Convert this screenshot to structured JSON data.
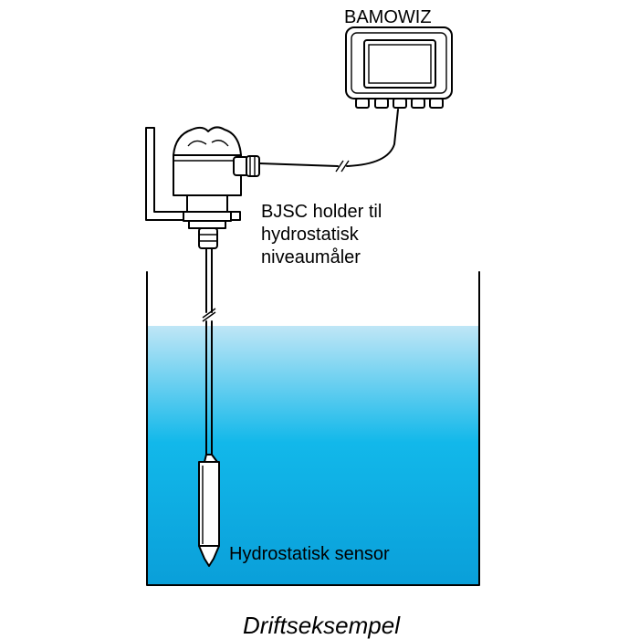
{
  "labels": {
    "device": "BAMOWIZ",
    "holder_line1": "BJSC holder til",
    "holder_line2": "hydrostatisk",
    "holder_line3": "niveaumåler",
    "sensor": "Hydrostatisk sensor",
    "caption": "Driftseksempel"
  },
  "colors": {
    "water_top": "#bfe6f6",
    "water_mid": "#12b8ea",
    "water_bottom": "#0a9fd9",
    "line": "#000000",
    "background": "#ffffff"
  },
  "icons": {
    "controller": "bamowiz-controller-unit",
    "transmitter": "level-transmitter-head",
    "sensor": "submersible-pressure-probe"
  }
}
